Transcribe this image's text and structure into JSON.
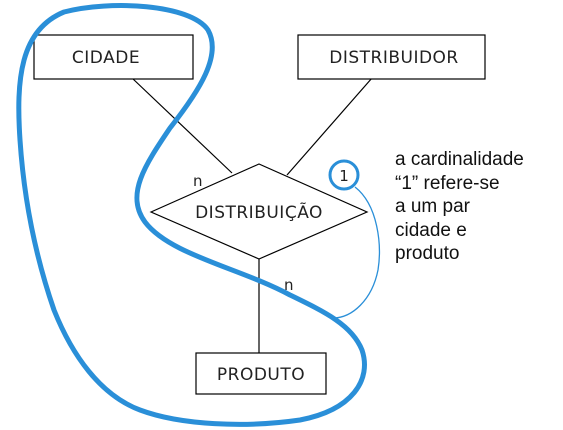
{
  "entities": {
    "cidade": "CIDADE",
    "distribuidor": "DISTRIBUIDOR",
    "produto": "PRODUTO"
  },
  "relationship": "DISTRIBUIÇÃO",
  "cardinalities": {
    "cidade": "n",
    "produto": "n",
    "distribuidor": "1"
  },
  "annotation": {
    "lines": [
      "a cardinalidade",
      "“1” refere-se",
      "a um par",
      "cidade e",
      "produto"
    ]
  },
  "colors": {
    "outline": "#000000",
    "highlight": "#2a8fd8"
  }
}
